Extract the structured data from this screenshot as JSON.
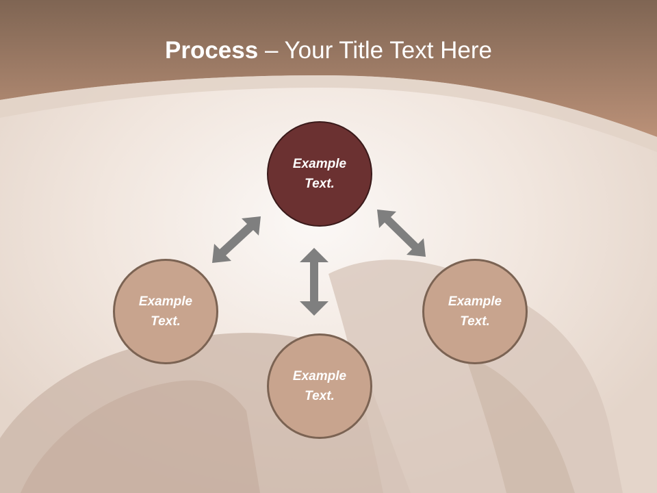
{
  "slide": {
    "title_bold": "Process",
    "title_rest": " – Your Title Text Here",
    "colors": {
      "header_top": "#7f6553",
      "header_bottom": "#bb9178",
      "band": "#d9c6bb",
      "primary_node": "#6b3131",
      "primary_border": "#3a1a1a",
      "secondary_node": "#c8a48e",
      "secondary_border": "#7b6353",
      "arrow": "#7f7f7f"
    }
  },
  "diagram": {
    "nodes": [
      {
        "id": "top",
        "label_line1": "Example",
        "label_line2": "Text."
      },
      {
        "id": "left",
        "label_line1": "Example",
        "label_line2": "Text."
      },
      {
        "id": "bottom",
        "label_line1": "Example",
        "label_line2": "Text."
      },
      {
        "id": "right",
        "label_line1": "Example",
        "label_line2": "Text."
      }
    ],
    "arrows": [
      {
        "id": "top-left",
        "from": "top",
        "to": "left",
        "type": "double-headed"
      },
      {
        "id": "top-bottom",
        "from": "top",
        "to": "bottom",
        "type": "double-headed"
      },
      {
        "id": "top-right",
        "from": "top",
        "to": "right",
        "type": "double-headed"
      }
    ]
  }
}
